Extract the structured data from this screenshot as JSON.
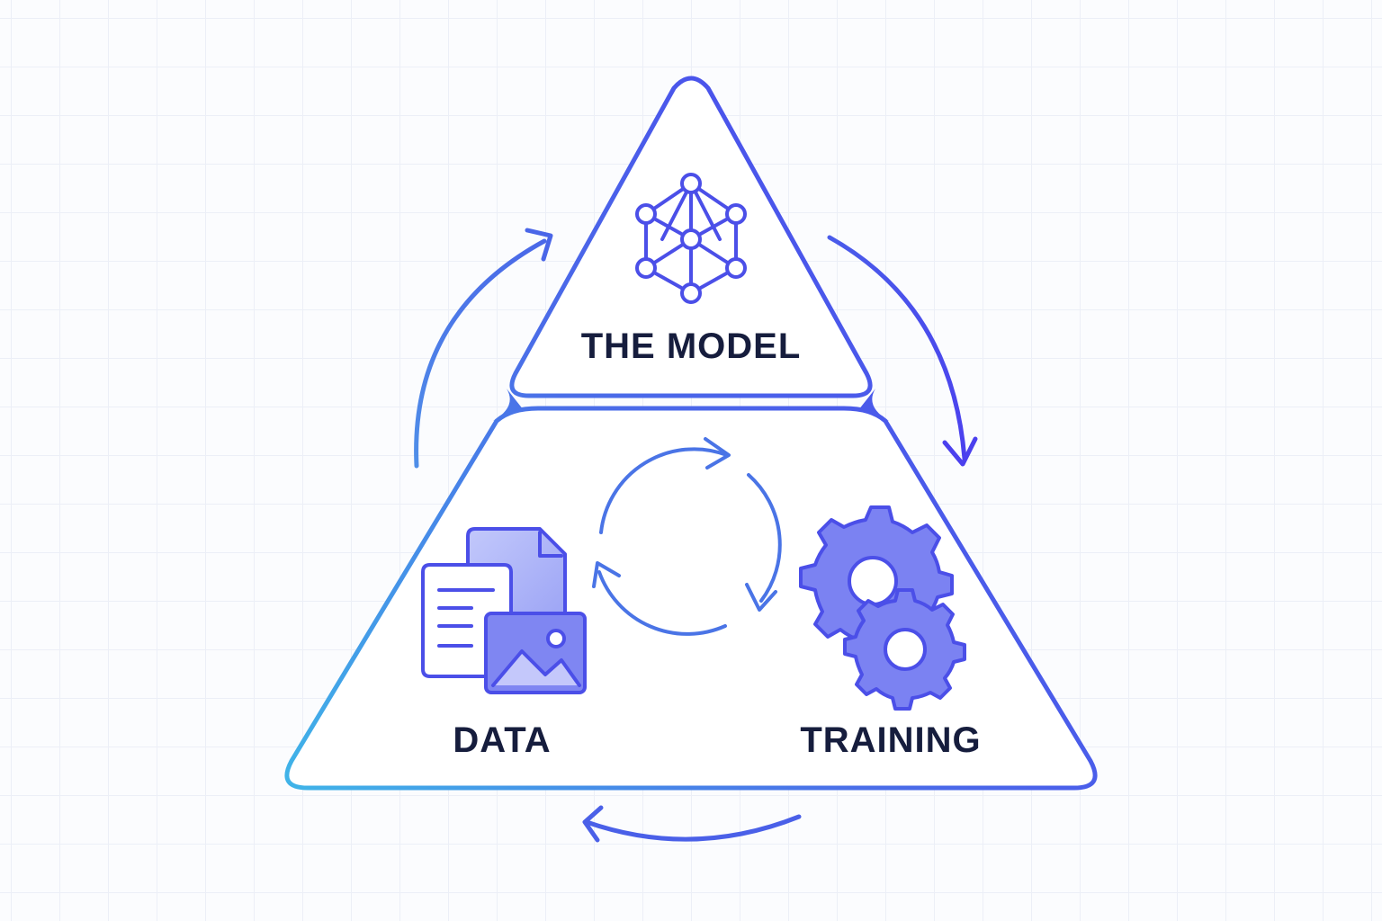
{
  "diagram": {
    "top_label": "THE MODEL",
    "left_label": "DATA",
    "right_label": "TRAINING"
  },
  "icons": {
    "top": "neural-network-icon",
    "left": "documents-image-icon",
    "right": "gears-icon",
    "center": "cycle-arrows-icon"
  },
  "colors": {
    "accent_blue": "#4a4ff0",
    "accent_cyan": "#3fb0e6",
    "icon_fill": "#7b82f2",
    "icon_fill_light": "#aeb5f8",
    "text_dark": "#161d3d"
  }
}
